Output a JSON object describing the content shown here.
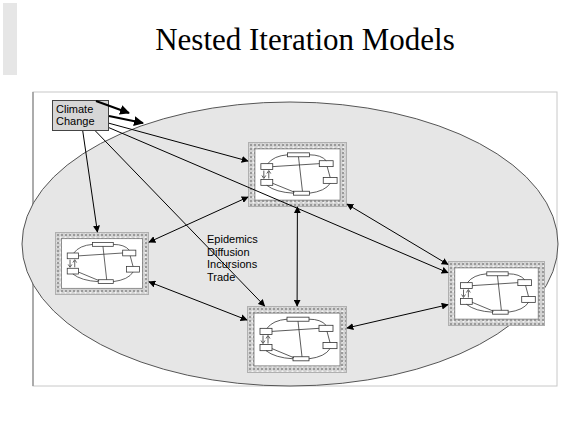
{
  "diagram": {
    "title": "Nested Iteration Models",
    "nodes": [
      {
        "text": [
          "Climate Change"
        ]
      },
      {
        "text": []
      },
      {
        "text": []
      },
      {
        "text": []
      },
      {
        "text": []
      }
    ],
    "edges": [
      {
        "from": 0,
        "to": 1,
        "arrow": "to"
      },
      {
        "from": 0,
        "to": 2,
        "arrow": "to"
      },
      {
        "from": 0,
        "to": 3,
        "arrow": "to"
      },
      {
        "from": 0,
        "to": 4,
        "arrow": "to"
      },
      {
        "from": 1,
        "to": 2,
        "arrow": "both"
      },
      {
        "from": 1,
        "to": 3,
        "arrow": "both"
      },
      {
        "from": 1,
        "to": 4,
        "arrow": "both"
      },
      {
        "from": 2,
        "to": 4,
        "arrow": "both"
      },
      {
        "from": 4,
        "to": 3,
        "arrow": "both"
      }
    ],
    "labels": [
      "Epidemics Diffusion Incursions Trade"
    ]
  }
}
